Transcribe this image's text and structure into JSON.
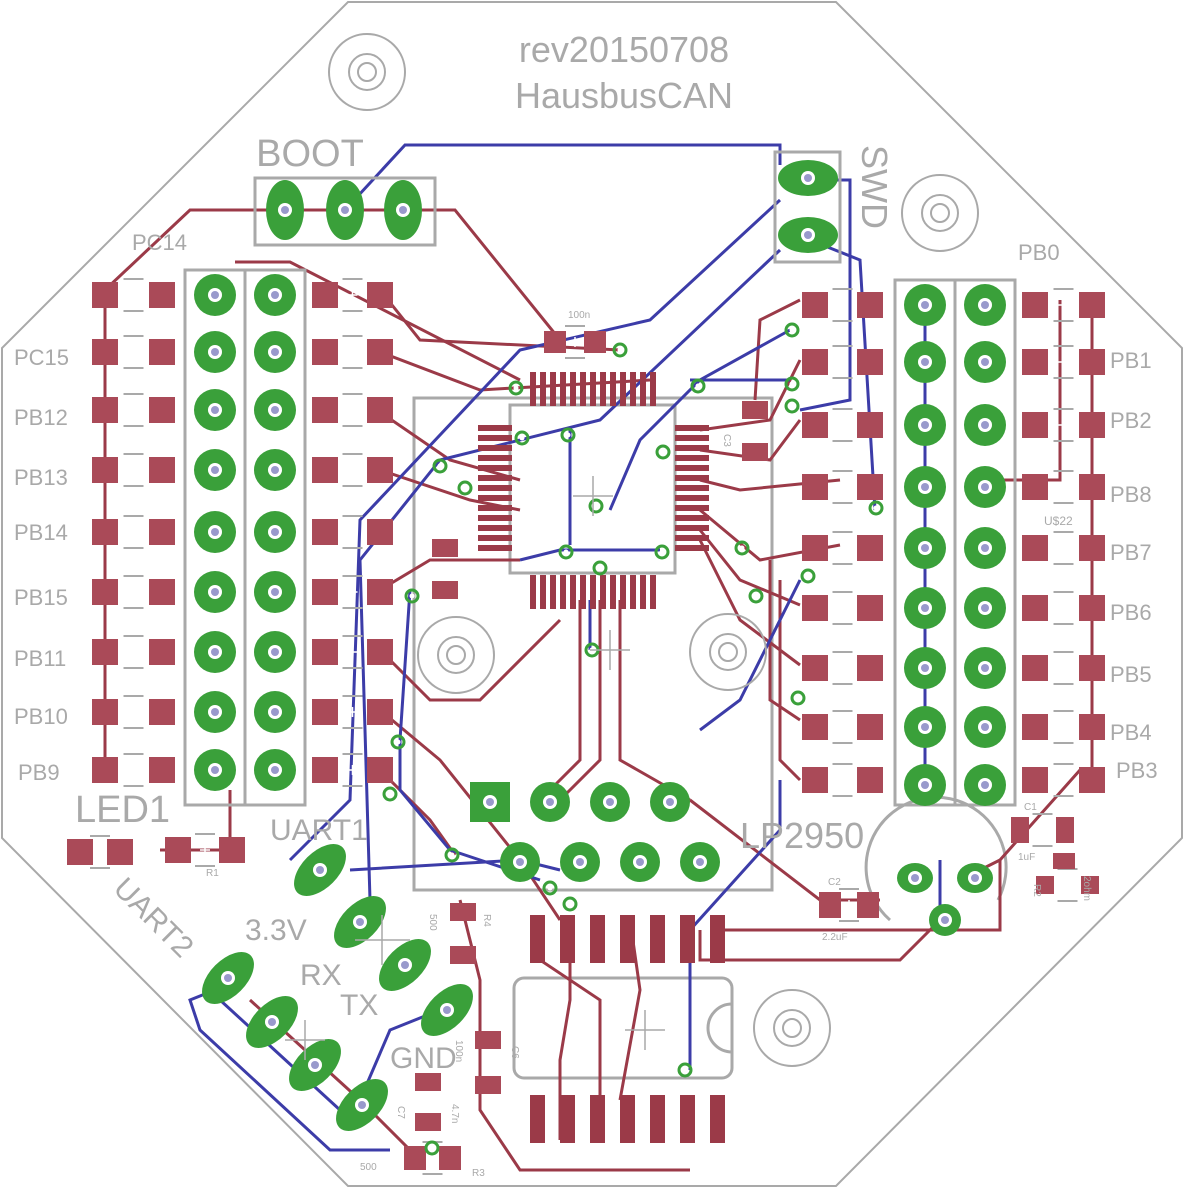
{
  "colors": {
    "background": "#ffffff",
    "outline": "#a9a9a9",
    "pad": "#aa4a58",
    "pad_dark": "#9b3a48",
    "trace_top": "#9b3a48",
    "trace_bottom": "#3c3ca8",
    "via_ring": "#3aa03a",
    "silk": "#a9a9a9"
  },
  "title": {
    "revision": "rev20150708",
    "name": "HausbusCAN"
  },
  "labels": {
    "boot": "BOOT",
    "swd": "SWD",
    "led": "LED1",
    "uart1": "UART1",
    "uart2": "UART2",
    "v33": "3.3V",
    "rx": "RX",
    "tx": "TX",
    "gnd": "GND",
    "regulator": "LP2950",
    "usd": "U$22"
  },
  "left_pins": [
    "PC14",
    "PC15",
    "PB12",
    "PB13",
    "PB14",
    "PB15",
    "PB11",
    "PB10",
    "PB9"
  ],
  "right_pins": [
    "PB0",
    "PB1",
    "PB2",
    "PB8",
    "PB7",
    "PB6",
    "PB5",
    "PB4",
    "PB3"
  ],
  "components": {
    "c_top": "100n",
    "c1_name": "C1",
    "c1_value": "1uF",
    "c2_name": "C2",
    "c2_value": "2.2uF",
    "c3_name": "C3",
    "c6_name": "C6",
    "c6_value": "100n",
    "c7_name": "C7",
    "c7_value": "4.7n",
    "r1_name": "R1",
    "r2_name": "R2",
    "r2_value": "2ohm",
    "r3_name": "R3",
    "r3_value": "500",
    "r4_name": "R4",
    "r4_value": "500"
  },
  "icons": [
    "mounting-hole-icon",
    "through-hole-pad-icon",
    "smd-pad-icon",
    "via-icon"
  ]
}
